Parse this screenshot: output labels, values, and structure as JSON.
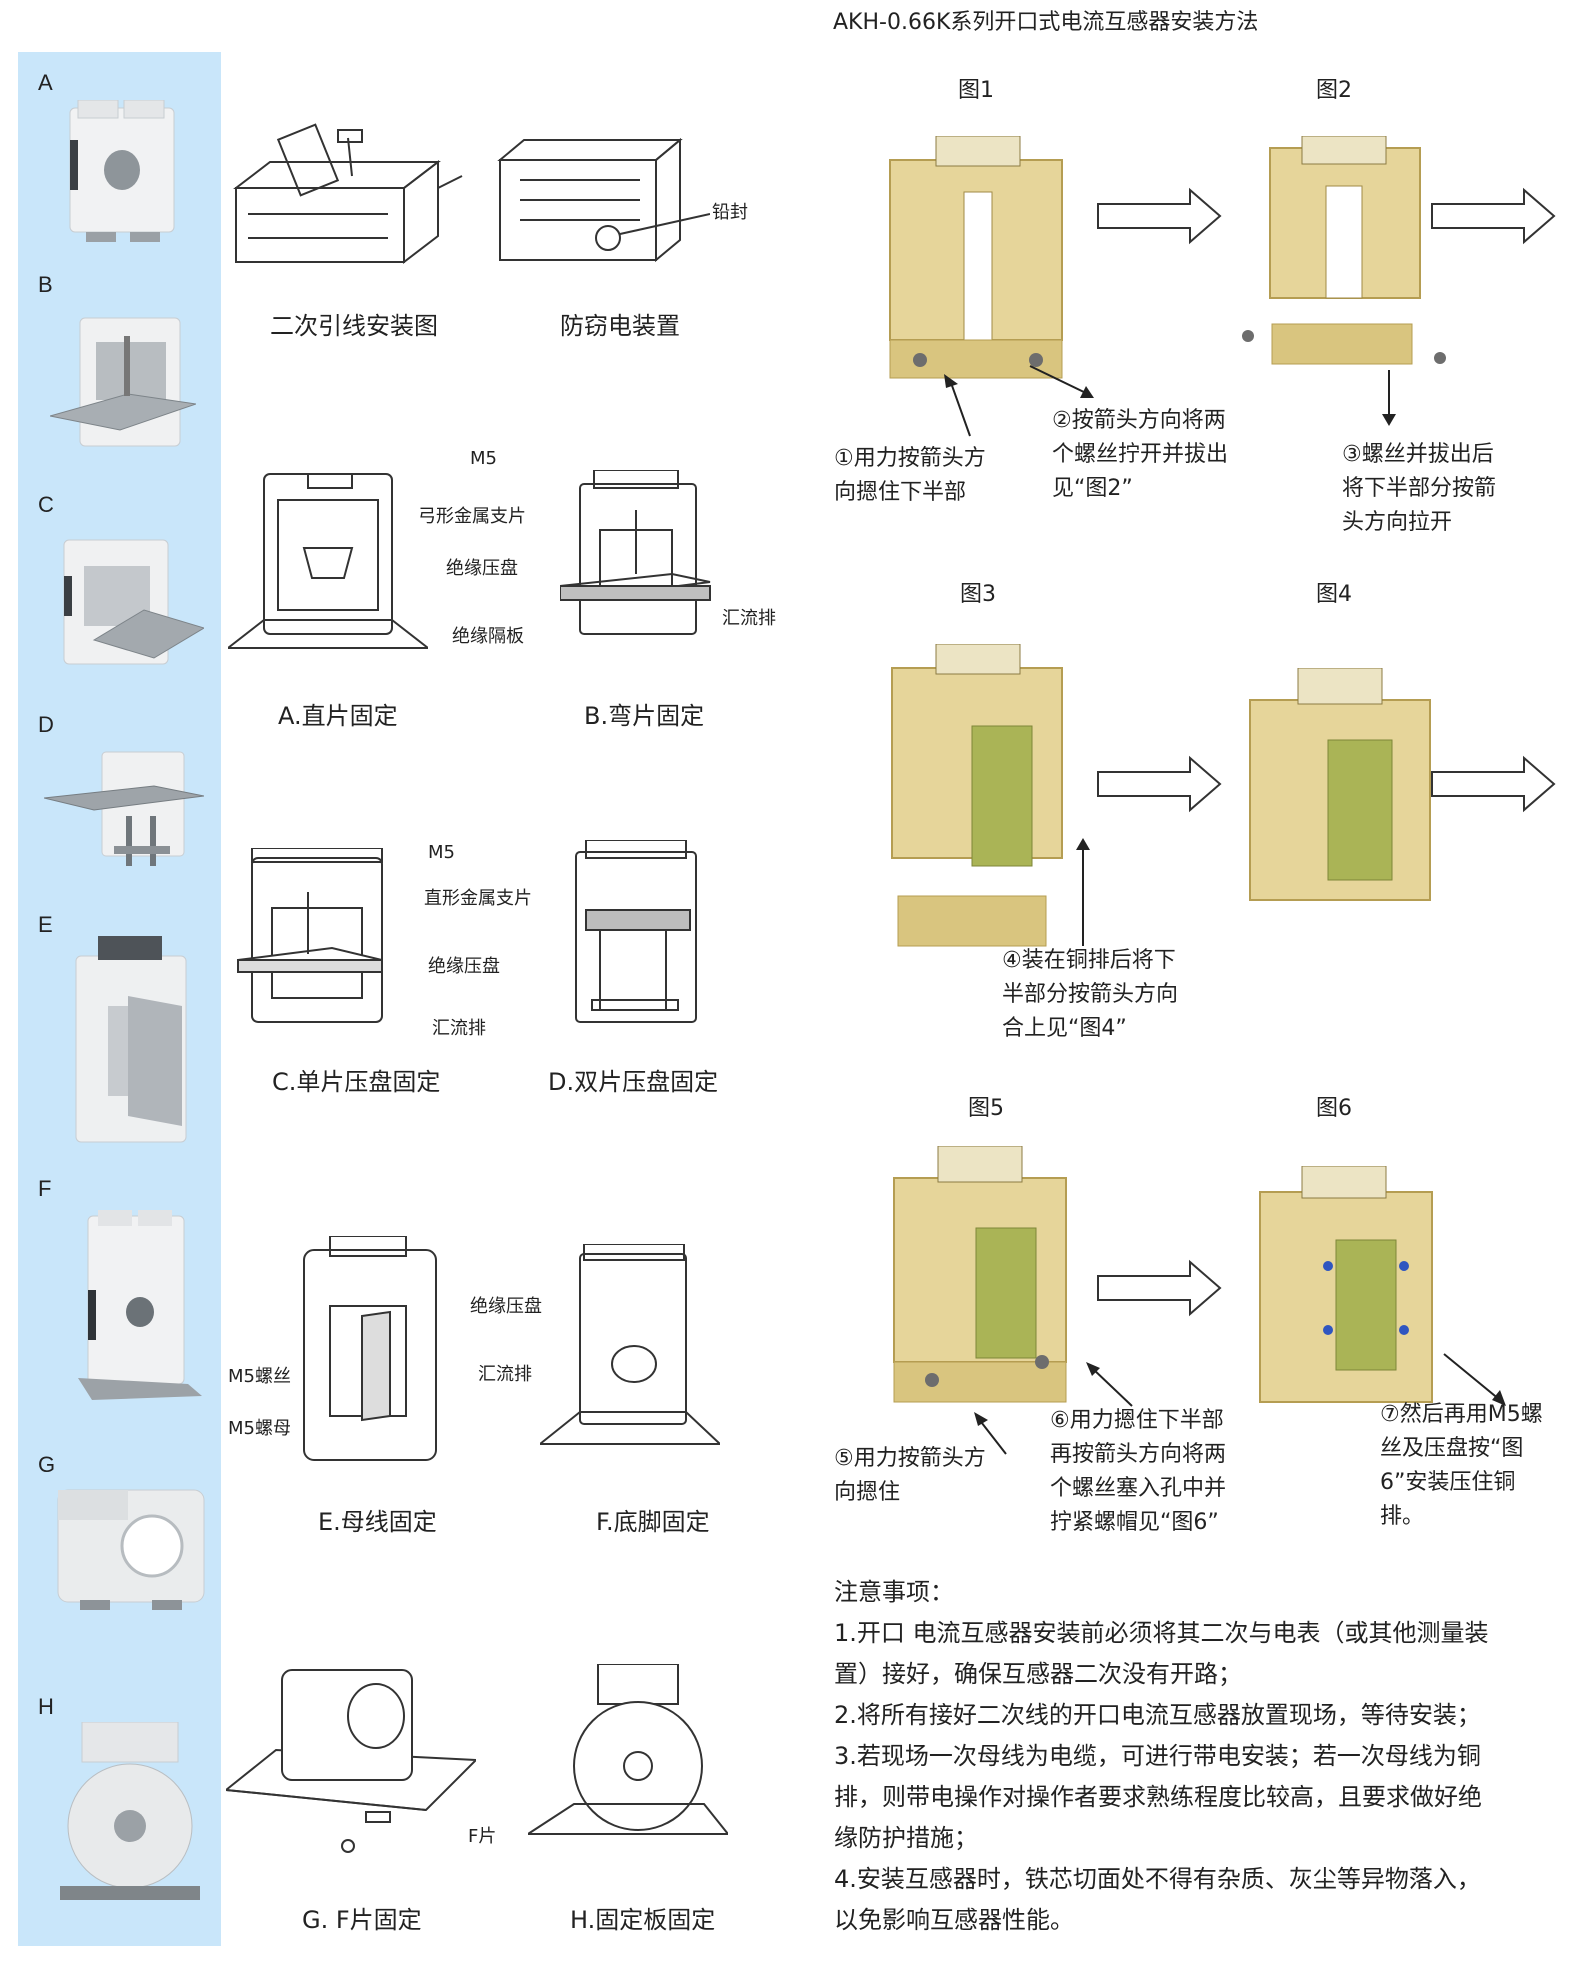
{
  "title": "AKH-0.66K系列开口式电流互感器安装方法",
  "sidebar": {
    "letters": [
      "A",
      "B",
      "C",
      "D",
      "E",
      "F",
      "G",
      "H"
    ]
  },
  "mounting": {
    "row1": {
      "left": "二次引线安装图",
      "right": "防窃电装置",
      "seal_label": "铅封"
    },
    "row2": {
      "left": "A.直片固定",
      "right": "B.弯片固定",
      "labels": [
        "M5",
        "弓形金属支片",
        "绝缘压盘",
        "汇流排",
        "绝缘隔板"
      ]
    },
    "row3": {
      "left": "C.单片压盘固定",
      "right": "D.双片压盘固定",
      "labels": [
        "M5",
        "直形金属支片",
        "绝缘压盘",
        "汇流排"
      ]
    },
    "row4": {
      "left": "E.母线固定",
      "right": "F.底脚固定",
      "labels": [
        "绝缘压盘",
        "M5螺丝",
        "汇流排",
        "M5螺母"
      ]
    },
    "row5": {
      "left": "G. F片固定",
      "right": "H.固定板固定",
      "label": "F片"
    }
  },
  "figures": [
    "图1",
    "图2",
    "图3",
    "图4",
    "图5",
    "图6"
  ],
  "steps": {
    "s1": [
      "①用力按箭头方",
      "向摁住下半部"
    ],
    "s2": [
      "②按箭头方向将两",
      "个螺丝拧开并拔出",
      "见“图2”"
    ],
    "s3": [
      "③螺丝并拔出后",
      "将下半部分按箭",
      "头方向拉开"
    ],
    "s4": [
      "④装在铜排后将下",
      "半部分按箭头方向",
      "合上见“图4”"
    ],
    "s5": [
      "⑤用力按箭头方",
      "向摁住"
    ],
    "s6": [
      "⑥用力摁住下半部",
      "再按箭头方向将两",
      "个螺丝塞入孔中并",
      "拧紧螺帽见“图6”"
    ],
    "s7": [
      "⑦然后再用M5螺",
      "丝及压盘按“图",
      "6”安装压住铜",
      "排。"
    ]
  },
  "notes": {
    "heading": "注意事项：",
    "lines": [
      "1.开口 电流互感器安装前必须将其二次与电表（或其他测量装",
      "置）接好，确保互感器二次没有开路；",
      "2.将所有接好二次线的开口电流互感器放置现场，等待安装；",
      "3.若现场一次母线为电缆，可进行带电安装；若一次母线为铜",
      "排，则带电操作对操作者要求熟练程度比较高，且要求做好绝",
      "缘防护措施；",
      "4.安装互感器时，铁芯切面处不得有杂质、灰尘等异物落入，",
      "以免影响互感器性能。"
    ]
  },
  "colors": {
    "sidebar": "#c9e6fa",
    "ct_body": "#e6d59a",
    "ct_shadow": "#c8b46e",
    "busbar": "#aab456"
  }
}
